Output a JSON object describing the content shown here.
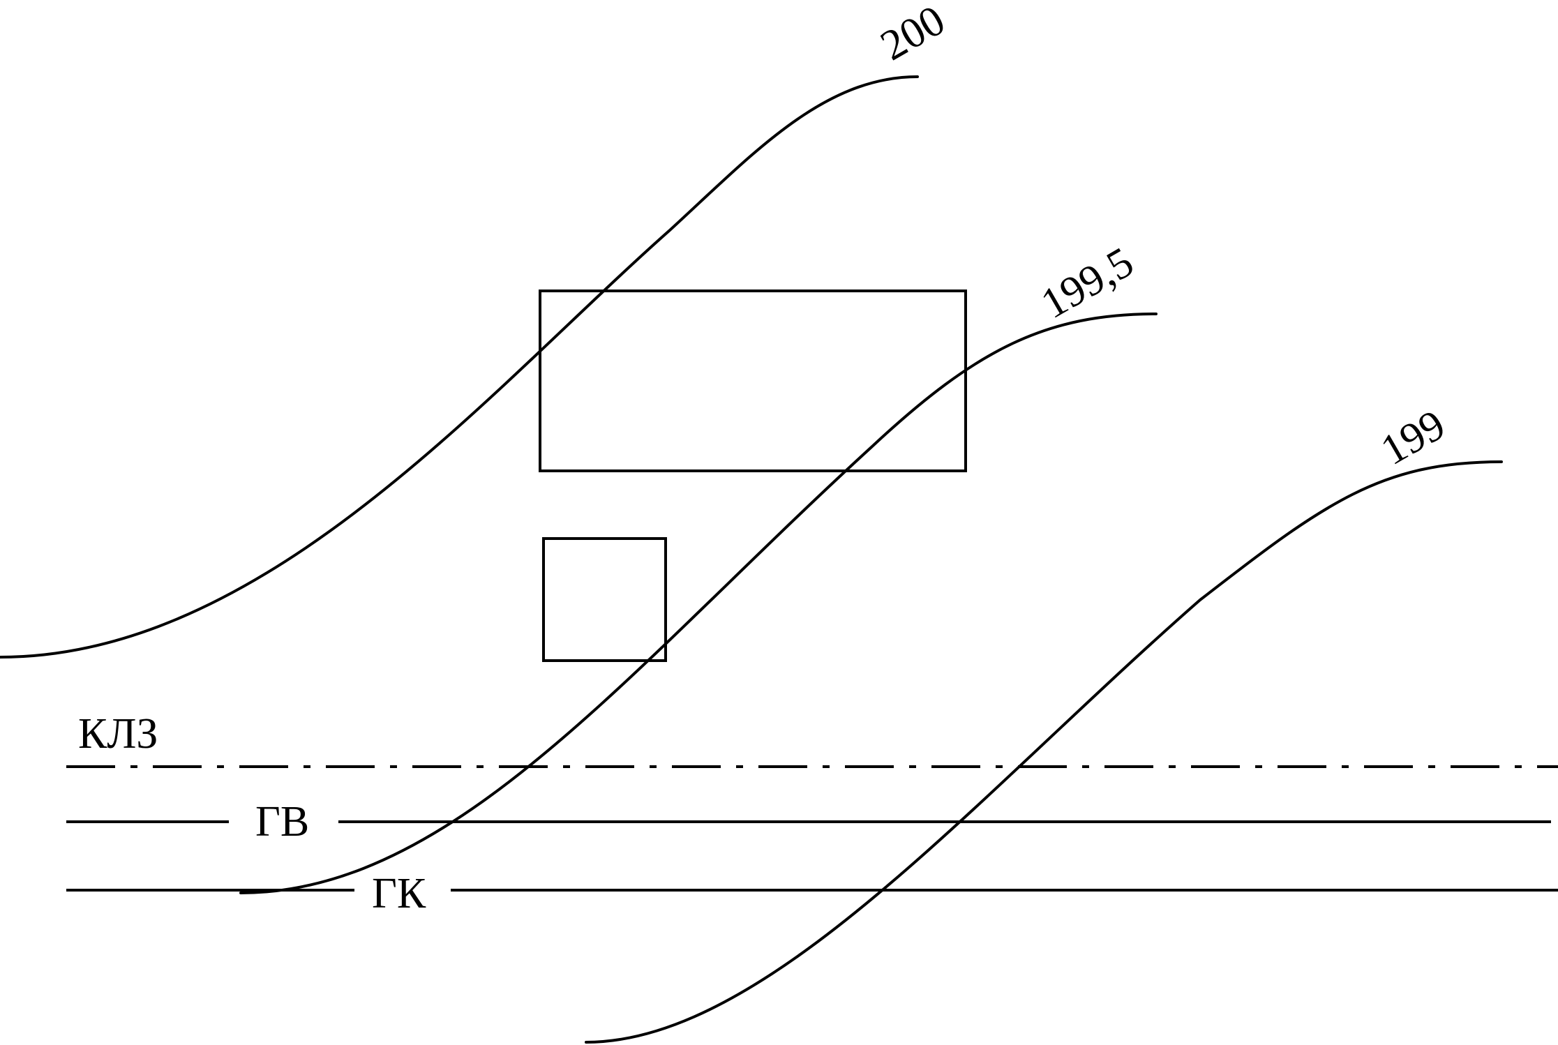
{
  "contours": [
    {
      "label": "200"
    },
    {
      "label": "199,5"
    },
    {
      "label": "199"
    }
  ],
  "lines": {
    "klz": {
      "label": "КЛЗ",
      "style": "dash-dot"
    },
    "gv": {
      "label": "ГВ",
      "style": "solid"
    },
    "gk": {
      "label": "ГК",
      "style": "solid"
    }
  },
  "buildings": [
    {
      "shape": "rectangle"
    },
    {
      "shape": "square"
    }
  ],
  "colors": {
    "stroke": "#000000",
    "background": "#ffffff"
  }
}
